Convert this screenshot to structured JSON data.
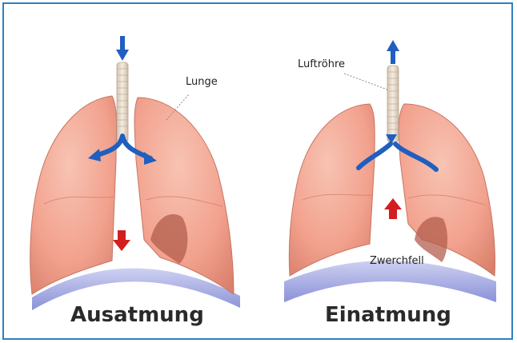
{
  "labels": {
    "lunge": "Lunge",
    "luftroehre": "Luftröhre",
    "zwerchfell": "Zwerchfell",
    "ausatmung": "Ausatmung",
    "einatmung": "Einatmung"
  },
  "colors": {
    "frame_border": "#2f7fc0",
    "lung_fill": "#f2a28e",
    "lung_shade": "#d97f6b",
    "diaphragm": "#8f96d8",
    "arrow_blue": "#1f5fbf",
    "arrow_red": "#d21e1e",
    "trachea": "#e8d8c8"
  },
  "icons": {
    "exhale_air_arrow": "arrow-down-icon",
    "inhale_air_arrow": "arrow-up-icon",
    "exhale_diaphragm_arrow": "arrow-down-icon",
    "inhale_diaphragm_arrow": "arrow-up-icon"
  }
}
